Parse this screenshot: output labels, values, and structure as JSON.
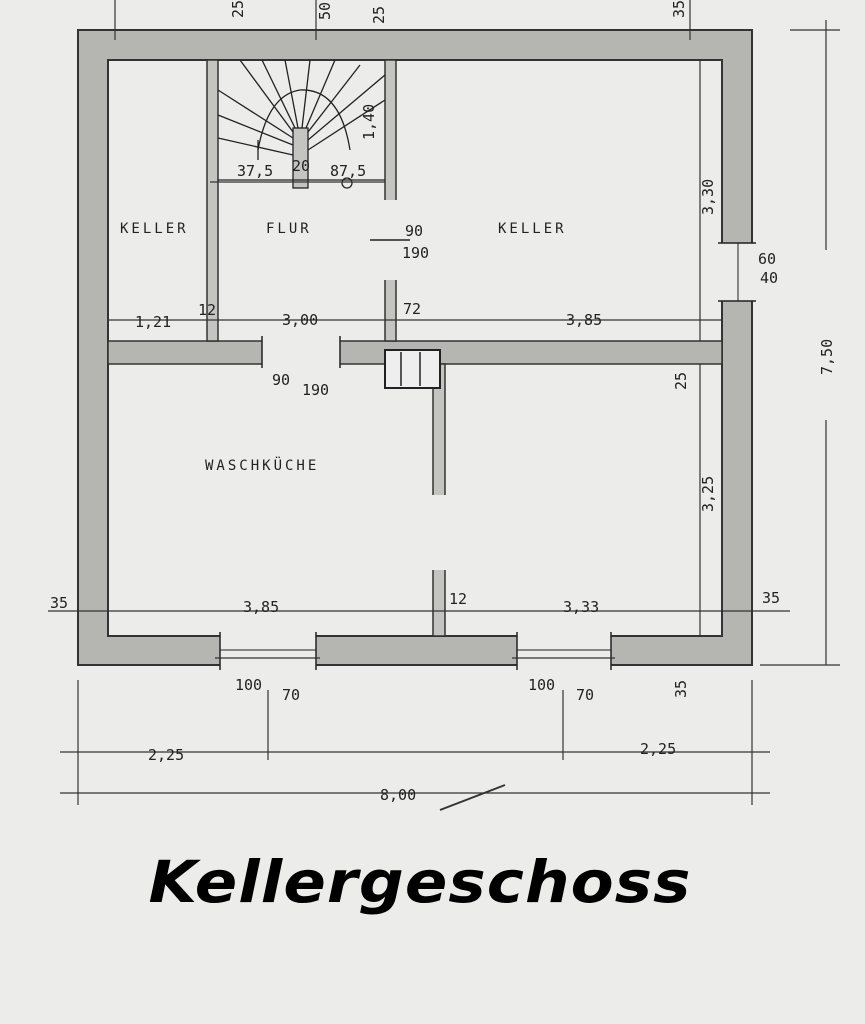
{
  "rooms": {
    "keller_left": "KELLER",
    "flur": "FLUR",
    "keller_right": "KELLER",
    "waschkueche": "WASCHKÜCHE"
  },
  "dimensions": {
    "top_25": "25",
    "top_50": "50",
    "top_25b": "25",
    "top_35": "35",
    "stair_375": "37,5",
    "stair_20": "20",
    "stair_875": "87,5",
    "stair_140": "1,40",
    "door_flur": "90",
    "door_flur_h": "190",
    "window_60": "60",
    "window_40": "40",
    "keller_h": "3,30",
    "total_h": "7,50",
    "left_121": "1,21",
    "w_12": "12",
    "mid_300": "3,00",
    "w_72": "72",
    "right_385": "3,85",
    "door_wk": "90",
    "door_wk_h": "190",
    "wall_25": "25",
    "wk_h": "3,25",
    "left_35": "35",
    "wk_385": "3,85",
    "w_12b": "12",
    "right_333": "3,33",
    "right_35": "35",
    "bottom_35": "35",
    "win_left_w": "100",
    "win_left_h": "70",
    "win_right_w": "100",
    "win_right_h": "70",
    "bottom_225_left": "2,25",
    "bottom_225_right": "2,25",
    "total_w": "8,00"
  },
  "caption": "Kellergeschoss"
}
